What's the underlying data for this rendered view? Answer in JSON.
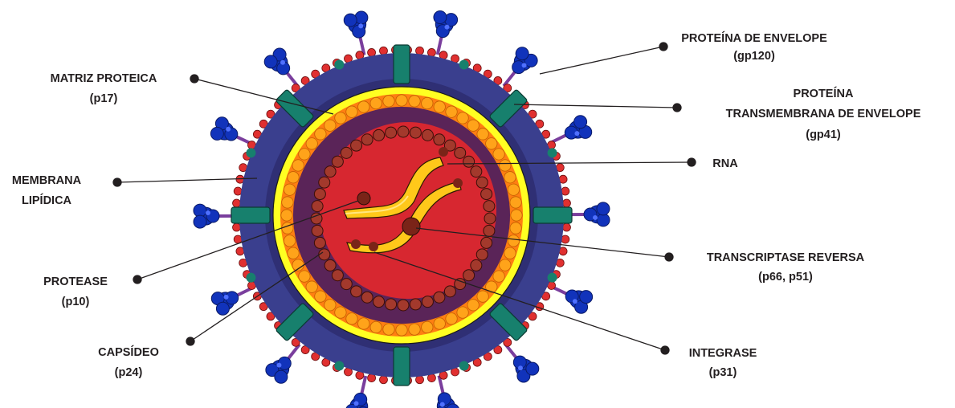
{
  "colors": {
    "spike_protein": "#1133bb",
    "spike_stalk": "#7a3e9d",
    "transmembrane": "#17806d",
    "outer_dots": "#e03030",
    "lipid_membrane": "#3a3f8e",
    "matrix": "#ffff22",
    "capsid_dots": "#ffa31a",
    "capsid_fill": "#5a2458",
    "core": "#d72730",
    "rna_strand": "#ffc81a",
    "enzyme_beads": "#7a2418",
    "leader_line": "#231f20"
  },
  "labels": {
    "envelope_protein": {
      "line1": "PROTEÍNA DE ENVELOPE",
      "line2": "(gp120)"
    },
    "transmembrane_protein": {
      "line1": "PROTEÍNA",
      "line2": "TRANSMEMBRANA DE ENVELOPE",
      "line3": "(gp41)"
    },
    "rna": {
      "line1": "RNA"
    },
    "reverse_transcriptase": {
      "line1": "TRANSCRIPTASE REVERSA",
      "line2": "(p66, p51)"
    },
    "integrase": {
      "line1": "INTEGRASE",
      "line2": "(p31)"
    },
    "matrix_protein": {
      "line1": "MATRIZ PROTEICA",
      "line2": "(p17)"
    },
    "lipid_membrane": {
      "line1": "MEMBRANA",
      "line2": "LIPÍDICA"
    },
    "protease": {
      "line1": "PROTEASE",
      "line2": "(p10)"
    },
    "capsid": {
      "line1": "CAPSÍDEO",
      "line2": "(p24)"
    }
  }
}
